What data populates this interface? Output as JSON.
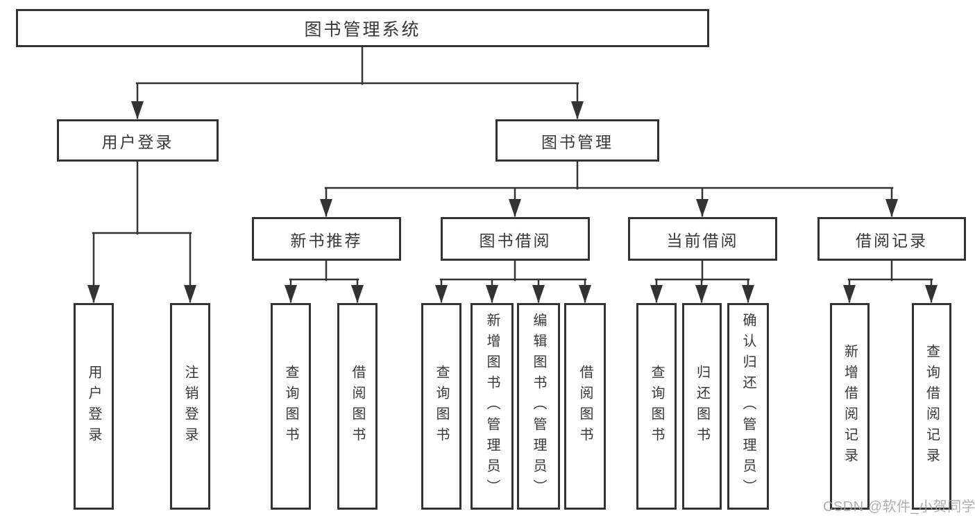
{
  "diagram": {
    "root": {
      "label": "图书管理系统"
    },
    "level2": [
      {
        "label": "用户登录",
        "parent": "图书管理系统"
      },
      {
        "label": "图书管理",
        "parent": "图书管理系统"
      }
    ],
    "level3": [
      {
        "label": "新书推荐",
        "parent": "图书管理"
      },
      {
        "label": "图书借阅",
        "parent": "图书管理"
      },
      {
        "label": "当前借阅",
        "parent": "图书管理"
      },
      {
        "label": "借阅记录",
        "parent": "图书管理"
      }
    ],
    "leaves": [
      {
        "label": "用户登录",
        "parent": "用户登录"
      },
      {
        "label": "注销登录",
        "parent": "用户登录"
      },
      {
        "label": "查询图书",
        "parent": "新书推荐"
      },
      {
        "label": "借阅图书",
        "parent": "新书推荐"
      },
      {
        "label": "查询图书",
        "parent": "图书借阅"
      },
      {
        "label": "新增图书（管理员）",
        "parent": "图书借阅"
      },
      {
        "label": "编辑图书（管理员）",
        "parent": "图书借阅"
      },
      {
        "label": "借阅图书",
        "parent": "图书借阅"
      },
      {
        "label": "查询图书",
        "parent": "当前借阅"
      },
      {
        "label": "归还图书",
        "parent": "当前借阅"
      },
      {
        "label": "确认归还（管理员）",
        "parent": "当前借阅"
      },
      {
        "label": "新增借阅记录",
        "parent": "借阅记录"
      },
      {
        "label": "查询借阅记录",
        "parent": "借阅记录"
      }
    ],
    "watermark": "CSDN @软件_小贺同学",
    "colors": {
      "line": "#333333",
      "box_border": "#333333",
      "text": "#383838",
      "watermark": "#a0a0a0",
      "background": "#ffffff"
    }
  }
}
